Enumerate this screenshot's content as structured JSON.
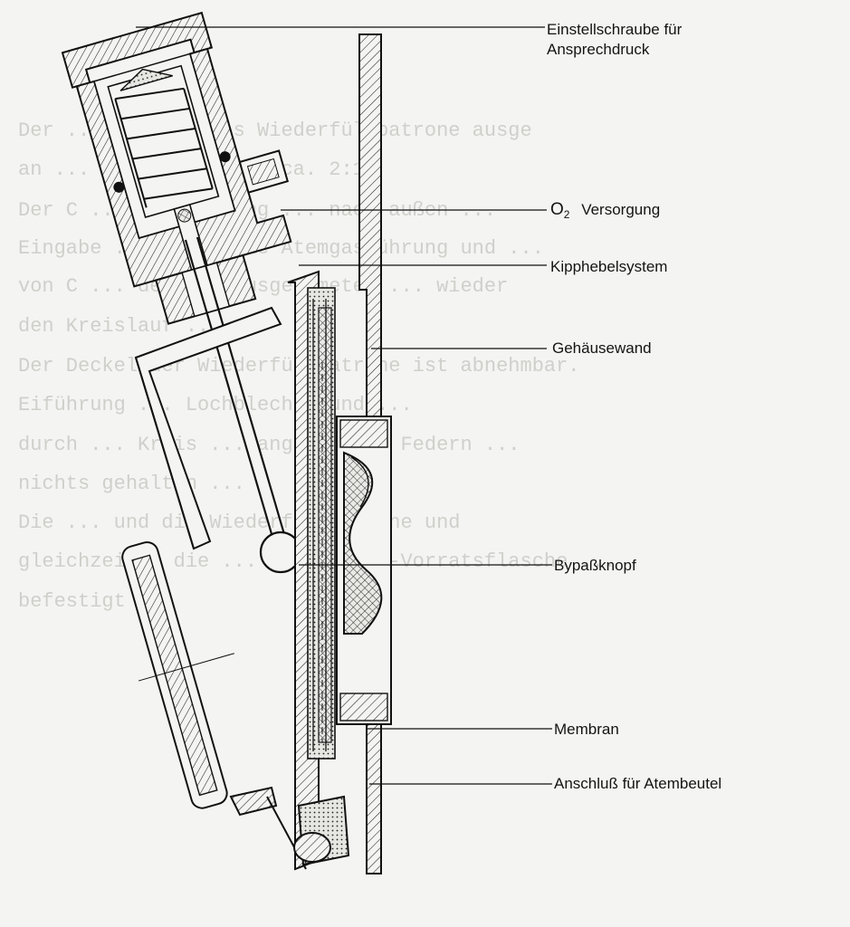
{
  "figure": {
    "labels": {
      "adjust_screw": [
        "Einstellschraube für",
        "Ansprechdruck"
      ],
      "o2_prefix": "O",
      "o2_sub": "2",
      "o2_supply": "Versorgung",
      "rocker": "Kipphebelsystem",
      "housing_wall": "Gehäusewand",
      "bypass": "Bypaßknopf",
      "membrane": "Membran",
      "bag_port": "Anschluß für Atembeutel"
    }
  },
  "bleed_through_text": [
    "Der ... der ... als Wiederfüllpatrone ausge",
    "an ... Verhältnis ... ca. 2:1",
    "Der C ... Einrichtung ... nach außen ... ",
    "Eingabe ... durch die Atemgasführung und ...",
    "von C ... der ... ausgeatmeten ... wieder",
    "den Kreislauf ...",
    "Der Deckel der Wiederfüllpatrone ist abnehmbar.",
    "Eiführung ... Lochblechen und ...",
    "durch ... Kreis ... angeordnete Federn ...",
    "nichts gehalten ...",
    "Die ... und die Wiederfüllpatrone und",
    "gleichzeitig die ... Sauerstoff-Vorratsflasche ...",
    "befestigt"
  ]
}
